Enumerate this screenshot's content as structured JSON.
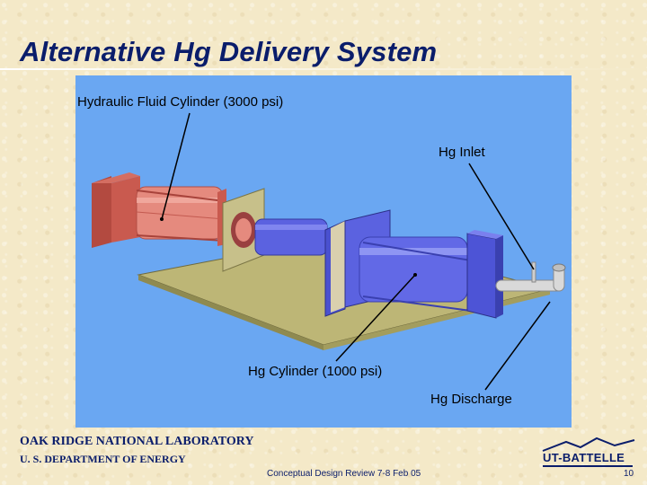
{
  "slide": {
    "title": "Alternative Hg Delivery System"
  },
  "diagram": {
    "labels": {
      "hydraulic_cylinder": "Hydraulic Fluid Cylinder (3000 psi)",
      "hg_inlet": "Hg Inlet",
      "hg_cylinder": "Hg Cylinder (1000 psi)",
      "hg_discharge": "Hg Discharge"
    },
    "colors": {
      "background": "#6aa7f2",
      "hydraulic_cylinder": "#e58a7e",
      "hg_cylinder": "#5b62e0",
      "base_plate": "#bdb676"
    }
  },
  "footer": {
    "org_line1": "OAK RIDGE NATIONAL LABORATORY",
    "org_line2": "U. S. DEPARTMENT OF ENERGY",
    "event": "Conceptual Design Review 7-8 Feb 05",
    "logo_text": "UT-BATTELLE",
    "page_number": "10"
  }
}
